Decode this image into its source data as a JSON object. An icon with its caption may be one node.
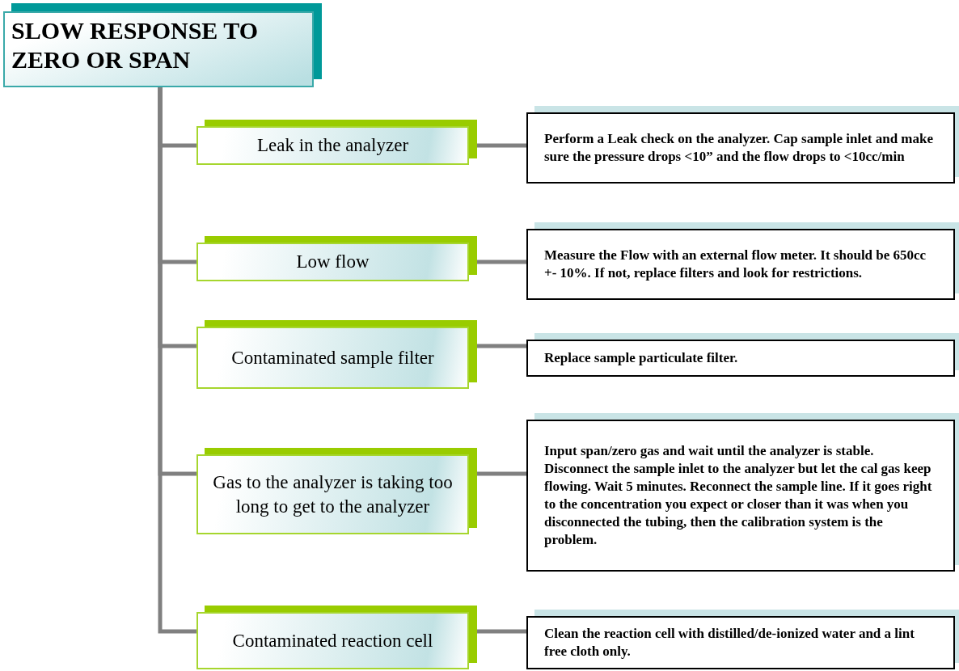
{
  "diagram": {
    "nodes": [
      {
        "text": [
          "SLOW RESPONSE TO ZERO OR SPAN"
        ]
      },
      {
        "text": [
          "Leak in the analyzer"
        ]
      },
      {
        "text": [
          "Low flow"
        ]
      },
      {
        "text": [
          "Contaminated sample filter"
        ]
      },
      {
        "text": [
          "Gas to the analyzer is taking too long to get to the analyzer"
        ]
      },
      {
        "text": [
          "Contaminated reaction cell"
        ]
      },
      {
        "text": [
          "Perform a Leak check on the analyzer. Cap sample inlet and make sure the pressure drops <10” and the flow drops to <10cc/min"
        ]
      },
      {
        "text": [
          "Measure the Flow with an external flow meter.  It should be 650cc +- 10%.  If not, replace filters and look for restrictions."
        ]
      },
      {
        "text": [
          "Replace sample particulate filter."
        ]
      },
      {
        "text": [
          "Input span/zero gas and wait until the analyzer is stable.  Disconnect the sample inlet to the analyzer but let the cal gas keep flowing.  Wait 5 minutes.  Reconnect the sample line.  If it goes right to the concentration you expect or closer than it was when you disconnected the tubing, then the calibration system is the problem."
        ]
      },
      {
        "text": [
          "Clean the reaction cell with distilled/de-ionized water and a lint free cloth only."
        ]
      }
    ],
    "edges": [
      {
        "from": 0,
        "to": 1,
        "arrow": "none"
      },
      {
        "from": 0,
        "to": 2,
        "arrow": "none"
      },
      {
        "from": 0,
        "to": 3,
        "arrow": "none"
      },
      {
        "from": 0,
        "to": 4,
        "arrow": "none"
      },
      {
        "from": 0,
        "to": 5,
        "arrow": "none"
      },
      {
        "from": 1,
        "to": 6,
        "arrow": "none"
      },
      {
        "from": 2,
        "to": 7,
        "arrow": "none"
      },
      {
        "from": 3,
        "to": 8,
        "arrow": "none"
      },
      {
        "from": 4,
        "to": 9,
        "arrow": "none"
      },
      {
        "from": 5,
        "to": 10,
        "arrow": "none"
      }
    ]
  }
}
